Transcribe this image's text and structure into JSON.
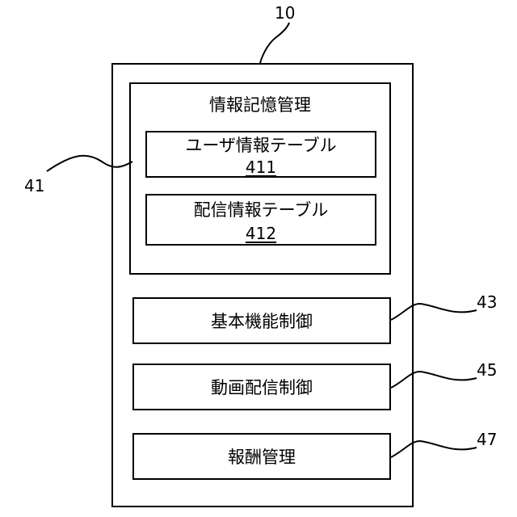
{
  "device": {
    "ref": "10"
  },
  "storage": {
    "ref": "41",
    "title": "情報記憶管理",
    "tables": [
      {
        "label": "ユーザ情報テーブル",
        "ref": "411"
      },
      {
        "label": "配信情報テーブル",
        "ref": "412"
      }
    ]
  },
  "modules": [
    {
      "label": "基本機能制御",
      "ref": "43"
    },
    {
      "label": "動画配信制御",
      "ref": "45"
    },
    {
      "label": "報酬管理",
      "ref": "47"
    }
  ]
}
